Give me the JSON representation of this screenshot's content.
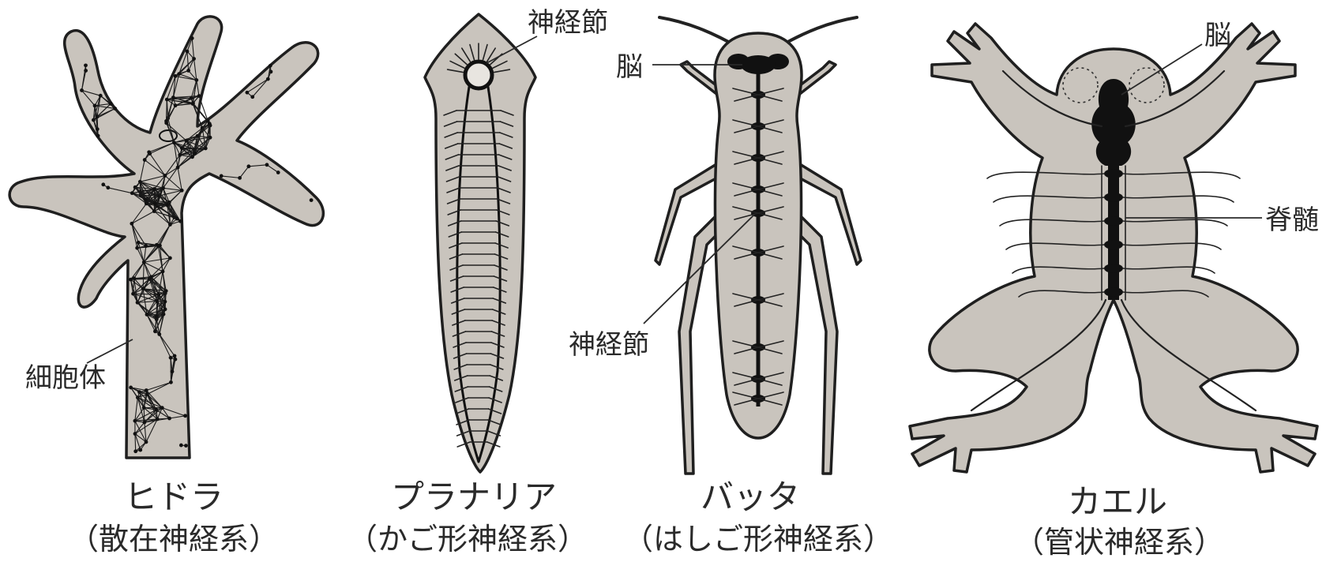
{
  "organisms": [
    {
      "id": "hydra",
      "name": "ヒドラ",
      "system": "（散在神経系）",
      "labels": {
        "cell_body": "細胞体"
      }
    },
    {
      "id": "planaria",
      "name": "プラナリア",
      "system": "（かご形神経系）",
      "labels": {
        "ganglion": "神経節"
      }
    },
    {
      "id": "grasshopper",
      "name": "バッタ",
      "system": "（はしご形神経系）",
      "labels": {
        "brain": "脳",
        "ganglion": "神経節"
      }
    },
    {
      "id": "frog",
      "name": "カエル",
      "system": "（管状神経系）",
      "labels": {
        "brain": "脳",
        "spinal_cord": "脊髄"
      }
    }
  ]
}
